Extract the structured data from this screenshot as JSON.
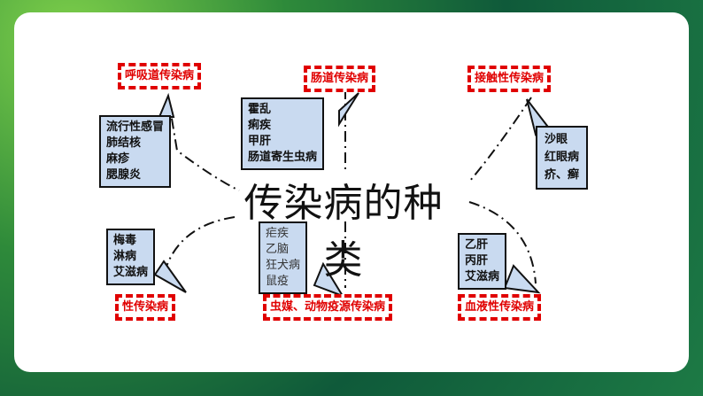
{
  "title": "传染病的种类",
  "categories": [
    {
      "label": "呼吸道传染病",
      "items": [
        "流行性感冒",
        "肺结核",
        "麻疹",
        "腮腺炎"
      ]
    },
    {
      "label": "肠道传染病",
      "items": [
        "霍乱",
        "痢疾",
        "甲肝",
        "肠道寄生虫病"
      ]
    },
    {
      "label": "接触性传染病",
      "items": [
        "沙眼",
        "红眼病",
        "疥、癣"
      ]
    },
    {
      "label": "性传染病",
      "items": [
        "梅毒",
        "淋病",
        "艾滋病"
      ]
    },
    {
      "label": "虫媒、动物疫源传染病",
      "items": [
        "疟疾",
        "乙脑",
        "狂犬病",
        "鼠疫"
      ]
    },
    {
      "label": "血液性传染病",
      "items": [
        "乙肝",
        "丙肝",
        "艾滋病"
      ]
    }
  ]
}
